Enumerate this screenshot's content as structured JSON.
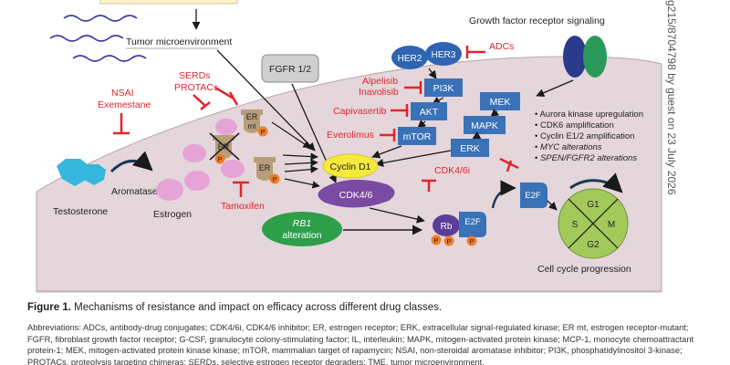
{
  "figure": {
    "side_note": "g215/8704798 by guest on 23 July 2026",
    "labels": {
      "tumor_microenvironment": "Tumor microenvironment",
      "growth_factor": "Growth factor receptor signaling",
      "fgfr": "FGFR 1/2",
      "her2": "HER2",
      "her3": "HER3",
      "adcs": "ADCs",
      "alpelisib": "Alpelisib",
      "inavolisib": "Inavolisib",
      "pi3k": "PI3K",
      "mek": "MEK",
      "capivasertib": "Capivasertib",
      "akt": "AKT",
      "mapk": "MAPK",
      "everolimus": "Everolimus",
      "mtor": "mTOR",
      "erk": "ERK",
      "serds": "SERDs",
      "protacs": "PROTACs",
      "nsai": "NSAI",
      "exemestane": "Exemestane",
      "er_mt": "ER",
      "er_mt_sub": "mt",
      "er_blocked": "ER",
      "er": "ER",
      "p": "P",
      "cyclin_d1": "Cyclin D1",
      "cdk46": "CDK4/6",
      "cdk46i": "CDK4/6i",
      "aromatase": "Aromatase",
      "testosterone": "Testosterone",
      "estrogen": "Estrogen",
      "tamoxifen": "Tamoxifen",
      "rb1": "RB1",
      "alteration": "alteration",
      "rb": "Rb",
      "e2f": "E2F",
      "g1": "G1",
      "s": "S",
      "m": "M",
      "g2": "G2",
      "cell_cycle": "Cell cycle progression"
    },
    "bullets": [
      "Aurora kinase upregulation",
      "CDK6 amplification",
      "Cyclin E1/2 amplification",
      "MYC alterations",
      "SPEN/FGFR2 alterations"
    ],
    "colors": {
      "inhibitor": "#e0252b",
      "receptor_blue": "#2f64b2",
      "kinase_blue": "#3a72b8",
      "cdk_purple": "#7b4aa3",
      "cyclin_yellow": "#f5ea3c",
      "rb1_green": "#2e9e4b",
      "ligand_pink": "#e6a3d6",
      "testosterone_cyan": "#36b7dd",
      "er_tan": "#b79d7a",
      "phospho_orange": "#f07d2a",
      "cell_bg": "#e4d6db"
    }
  },
  "caption": {
    "title": "Figure 1.",
    "text": "Mechanisms of resistance and impact on efficacy across different drug classes."
  },
  "abbreviations": "Abbreviations: ADCs, antibody-drug conjugates; CDK4/6i, CDK4/6 inhibitor; ER, estrogen receptor; ERK, extracellular signal-regulated kinase; ER mt, estrogen receptor-mutant; FGFR, fibroblast growth factor receptor; G-CSF, granulocyte colony-stimulating factor; IL, interleukin; MAPK, mitogen-activated protein kinase; MCP-1, monocyte chemoattractant protein-1; MEK, mitogen-activated protein kinase kinase; mTOR, mammalian target of rapamycin; NSAI, non-steroidal aromatase inhibitor; PI3K, phosphatidylinositol 3-kinase; PROTACs, proteolysis targeting chimeras; SERDs, selective estrogen receptor degraders; TME, tumor microenvironment."
}
